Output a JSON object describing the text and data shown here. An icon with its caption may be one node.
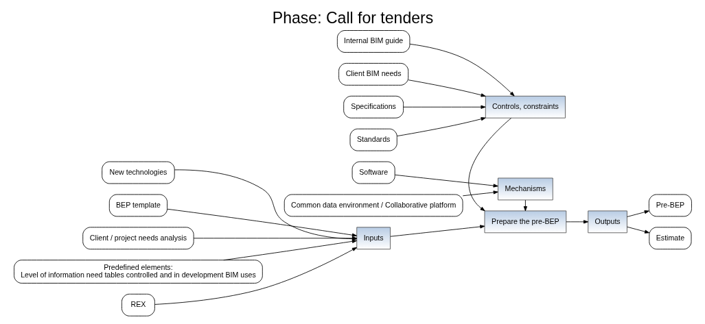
{
  "diagram": {
    "title": "Phase: Call for tenders",
    "nodes": [
      {
        "text": [
          "Internal BIM guide"
        ]
      },
      {
        "text": [
          "Client BIM needs"
        ]
      },
      {
        "text": [
          "Specifications"
        ]
      },
      {
        "text": [
          "Standards"
        ]
      },
      {
        "text": [
          "Controls, constraints"
        ]
      },
      {
        "text": [
          "New technologies"
        ]
      },
      {
        "text": [
          "BEP template"
        ]
      },
      {
        "text": [
          "Inputs"
        ]
      },
      {
        "text": [
          "Prepare the pre-BEP"
        ]
      },
      {
        "text": [
          "Outputs"
        ]
      },
      {
        "text": [
          "Pre-BEP"
        ]
      },
      {
        "text": [
          "Estimate"
        ]
      },
      {
        "text": [
          "Client / project needs analysis"
        ]
      },
      {
        "text": [
          "Mechanisms"
        ]
      },
      {
        "text": [
          "Predefined elements:",
          "Level of information need tables controlled and in development BIM uses"
        ]
      },
      {
        "text": [
          "REX"
        ]
      },
      {
        "text": [
          "Software"
        ]
      },
      {
        "text": [
          "Common data environment / Collaborative platform"
        ]
      }
    ],
    "edges": [
      {
        "from": 0,
        "to": 4,
        "arrow": "to"
      },
      {
        "from": 1,
        "to": 4,
        "arrow": "to"
      },
      {
        "from": 2,
        "to": 4,
        "arrow": "to"
      },
      {
        "from": 3,
        "to": 4,
        "arrow": "to"
      },
      {
        "from": 4,
        "to": 8,
        "arrow": "to"
      },
      {
        "from": 5,
        "to": 7,
        "arrow": "to"
      },
      {
        "from": 6,
        "to": 7,
        "arrow": "to"
      },
      {
        "from": 12,
        "to": 7,
        "arrow": "to"
      },
      {
        "from": 14,
        "to": 7,
        "arrow": "to"
      },
      {
        "from": 15,
        "to": 7,
        "arrow": "to"
      },
      {
        "from": 7,
        "to": 8,
        "arrow": "to"
      },
      {
        "from": 8,
        "to": 9,
        "arrow": "to"
      },
      {
        "from": 9,
        "to": 10,
        "arrow": "to"
      },
      {
        "from": 9,
        "to": 11,
        "arrow": "to"
      },
      {
        "from": 16,
        "to": 13,
        "arrow": "to"
      },
      {
        "from": 17,
        "to": 13,
        "arrow": "to"
      },
      {
        "from": 13,
        "to": 8,
        "arrow": "to"
      }
    ]
  }
}
